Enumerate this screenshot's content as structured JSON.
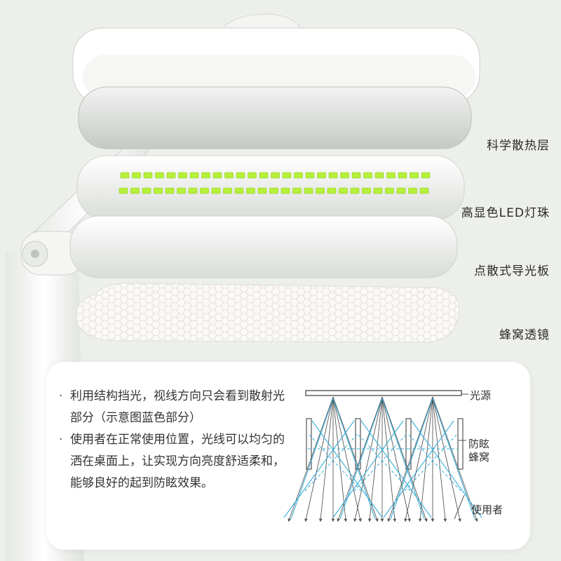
{
  "layers": [
    {
      "id": "heat",
      "label": "科学散热层"
    },
    {
      "id": "led",
      "label": "高显色LED灯珠"
    },
    {
      "id": "guide",
      "label": "点散式导光板"
    },
    {
      "id": "lens",
      "label": "蜂窝透镜"
    }
  ],
  "info": {
    "bullets": [
      "利用结构挡光，视线方向只会看到散射光部分（示意图蓝色部分）",
      "使用者在正常使用位置，光线可以均匀的洒在桌面上，让实现方向亮度舒适柔和，能够良好的起到防眩效果。"
    ],
    "bullet_marker": "·"
  },
  "diagram": {
    "source_label": "光源",
    "honeycomb_label": "防眩蜂窝",
    "user_label": "使用者",
    "ray_color": "#3aaed8"
  },
  "colors": {
    "background": "#edf0ea",
    "led_chip": "#b5f03a"
  }
}
